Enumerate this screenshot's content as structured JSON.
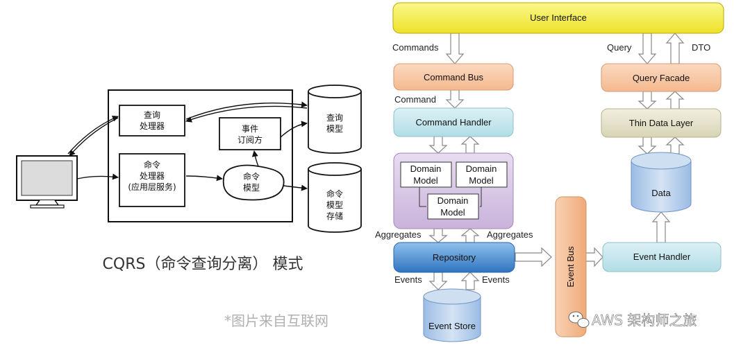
{
  "left_diagram": {
    "query_handler": [
      "查询",
      "处理器"
    ],
    "command_handler": [
      "命令",
      "处理器",
      "(应用层服务)"
    ],
    "event_subscriber": [
      "事件",
      "订阅方"
    ],
    "command_model": [
      "命令",
      "模型"
    ],
    "query_model": [
      "查询",
      "模型"
    ],
    "command_model_store": [
      "命令",
      "模型",
      "存储"
    ],
    "caption": "CQRS（命令查询分离） 模式",
    "credit": "*图片来自互联网"
  },
  "right_diagram": {
    "user_interface": "User Interface",
    "commands_label": "Commands",
    "query_label": "Query",
    "dto_label": "DTO",
    "command_bus": "Command Bus",
    "query_facade": "Query Facade",
    "command_label": "Command",
    "command_handler": "Command Handler",
    "thin_data_layer": "Thin Data Layer",
    "domain_model_1": [
      "Domain",
      "Model"
    ],
    "domain_model_2": [
      "Domain",
      "Model"
    ],
    "domain_model_3": [
      "Domain",
      "Model"
    ],
    "data": "Data",
    "aggregates_left": "Aggregates",
    "aggregates_right": "Aggregates",
    "repository": "Repository",
    "event_bus": "Event Bus",
    "event_handler": "Event Handler",
    "events_left": "Events",
    "events_right": "Events",
    "event_store": "Event Store"
  },
  "watermark": "AWS 架构师之旅",
  "colors": {
    "ui_yellow": "#f5ef2b",
    "orange": "#f8c6a2",
    "teal": "#c6e8ee",
    "khaki": "#e7e3cc",
    "purple": "#d9c8e6",
    "blue": "#5a9ad6",
    "db_blue": "#b8cfea",
    "event_bus": "#f6c39c"
  }
}
